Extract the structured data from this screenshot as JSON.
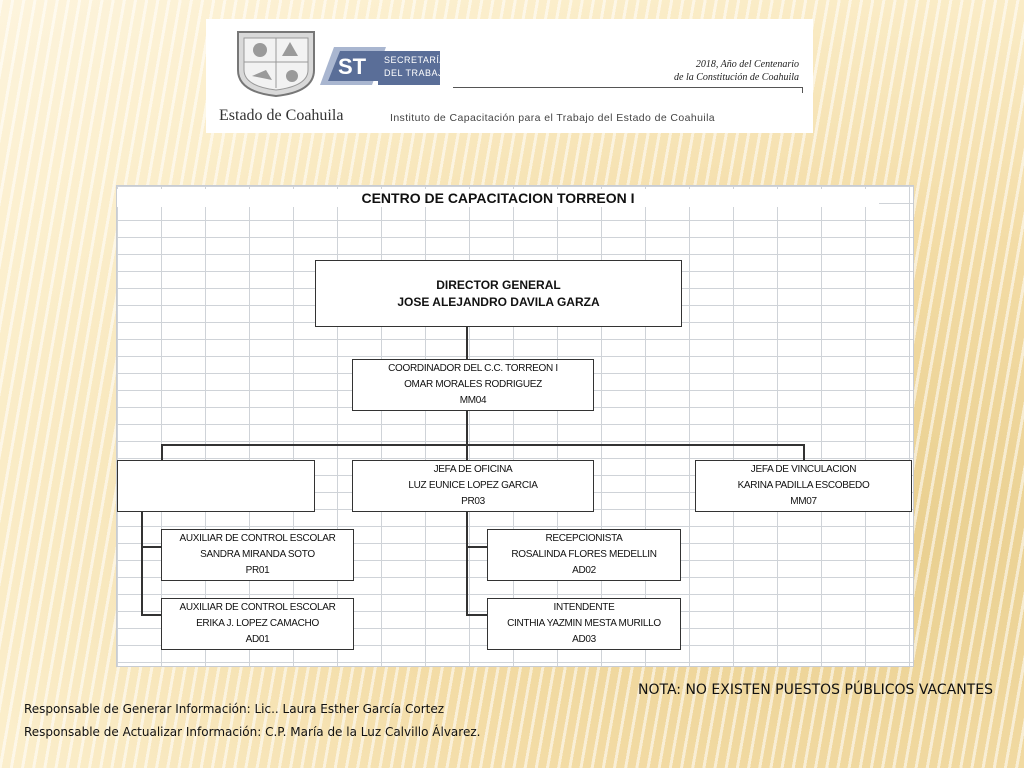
{
  "header": {
    "coat_of_arms_label": "Estado de Coahuila",
    "st_badge": "ST",
    "secretaria_line1": "SECRETARÍA",
    "secretaria_line2": "DEL TRABAJO",
    "centenario_line1": "2018, Año del Centenario",
    "centenario_line2": "de la Constitución de Coahuila",
    "institute_name": "Instituto de Capacitación para el Trabajo del Estado de Coahuila",
    "colors": {
      "st_blue": "#5a6e98",
      "st_light": "#a9b6d0"
    }
  },
  "org_chart": {
    "title": "CENTRO DE CAPACITACION TORREON I",
    "director": {
      "role": "DIRECTOR GENERAL",
      "name": "JOSE ALEJANDRO DAVILA GARZA"
    },
    "coordinator": {
      "role": "COORDINADOR DEL C.C. TORREON I",
      "name": "OMAR MORALES RODRIGUEZ",
      "code": "MM04"
    },
    "jefa_oficina": {
      "role": "JEFA DE OFICINA",
      "name": "LUZ EUNICE LOPEZ GARCIA",
      "code": "PR03"
    },
    "jefa_vinculacion": {
      "role": "JEFA DE VINCULACION",
      "name": "KARINA PADILLA ESCOBEDO",
      "code": "MM07"
    },
    "auxiliar_1": {
      "role": "AUXILIAR DE CONTROL ESCOLAR",
      "name": "SANDRA MIRANDA SOTO",
      "code": "PR01"
    },
    "auxiliar_2": {
      "role": "AUXILIAR DE CONTROL ESCOLAR",
      "name": "ERIKA J. LOPEZ CAMACHO",
      "code": "AD01"
    },
    "recepcionista": {
      "role": "RECEPCIONISTA",
      "name": "ROSALINDA FLORES MEDELLIN",
      "code": "AD02"
    },
    "intendente": {
      "role": "INTENDENTE",
      "name": "CINTHIA YAZMIN MESTA MURILLO",
      "code": "AD03"
    }
  },
  "note": "NOTA: NO EXISTEN PUESTOS PÚBLICOS VACANTES",
  "footer": {
    "line1": "Responsable de Generar Información: Lic.. Laura Esther García Cortez",
    "line2": "Responsable de Actualizar Información: C.P. María de la Luz Calvillo Álvarez."
  }
}
